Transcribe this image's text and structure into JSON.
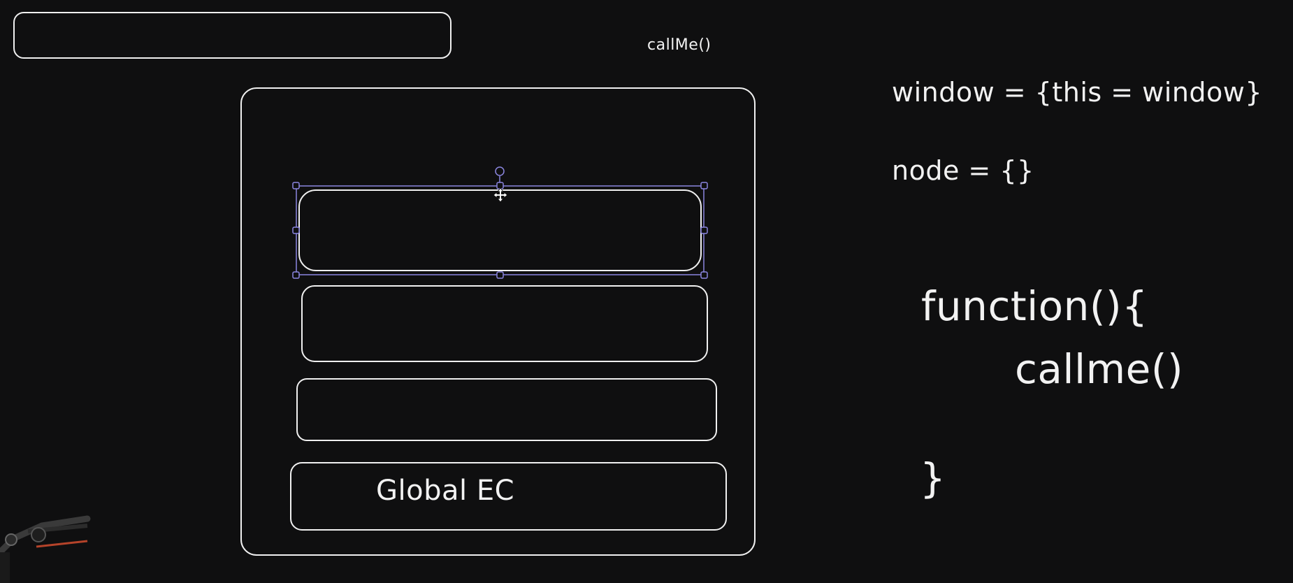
{
  "labels": {
    "callme_top": "callMe()",
    "global_ec": "Global EC",
    "window_line": "window = {this = window}",
    "node_line": "node = {}",
    "function_open": "function(){",
    "function_body": "callme()",
    "function_close": "}"
  },
  "colors": {
    "background": "#0f0f10",
    "stroke": "#f0f0f0",
    "selection": "#8b86e0",
    "text": "#f2f2f2"
  },
  "icons": {
    "move_cursor": "move-cursor-icon",
    "rotate_handle": "rotate-handle-icon",
    "webcam_mic": "microphone-arm-icon"
  }
}
